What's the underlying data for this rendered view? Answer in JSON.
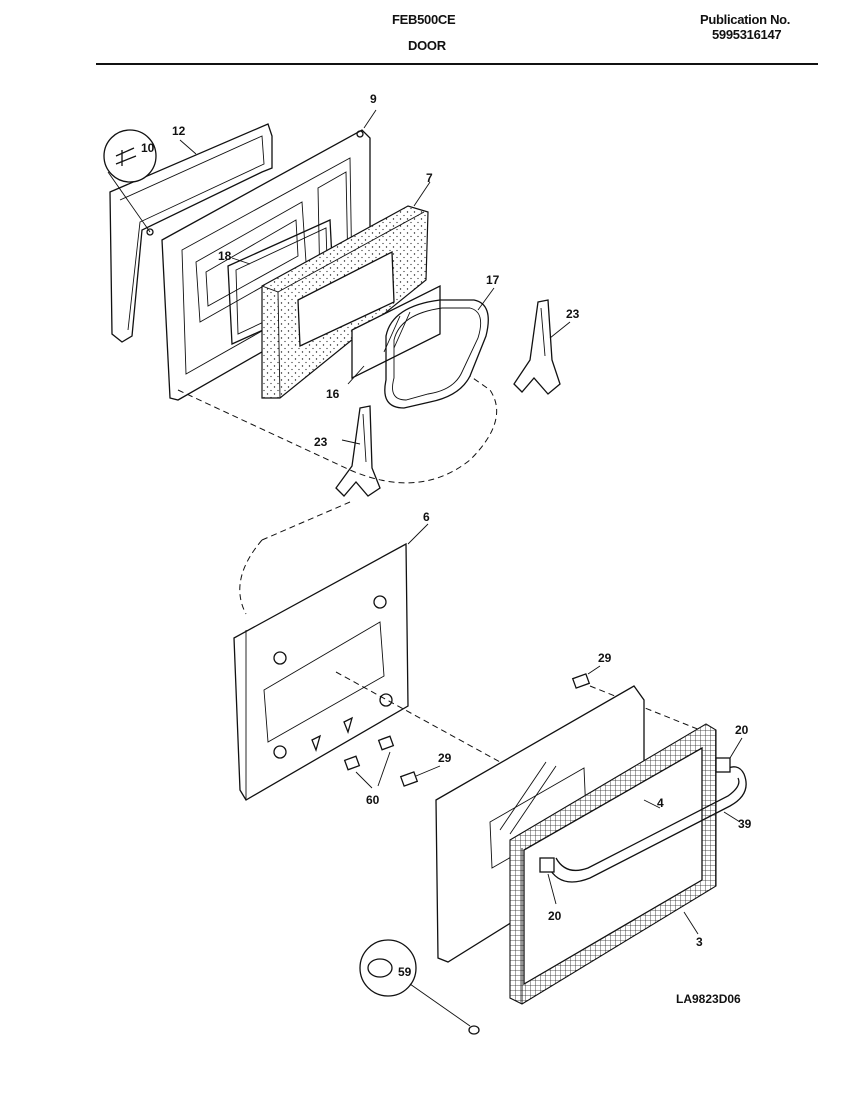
{
  "header": {
    "model": "FEB500CE",
    "section": "DOOR",
    "publication_label": "Publication No.",
    "publication_number": "5995316147"
  },
  "diagram_code": "LA9823D06",
  "callouts": {
    "c9": "9",
    "c12": "12",
    "c10": "10",
    "c7": "7",
    "c18": "18",
    "c17": "17",
    "c23a": "23",
    "c16": "16",
    "c23b": "23",
    "c6": "6",
    "c29a": "29",
    "c20a": "20",
    "c29b": "29",
    "c4": "4",
    "c39": "39",
    "c60": "60",
    "c20b": "20",
    "c3": "3",
    "c59": "59"
  }
}
